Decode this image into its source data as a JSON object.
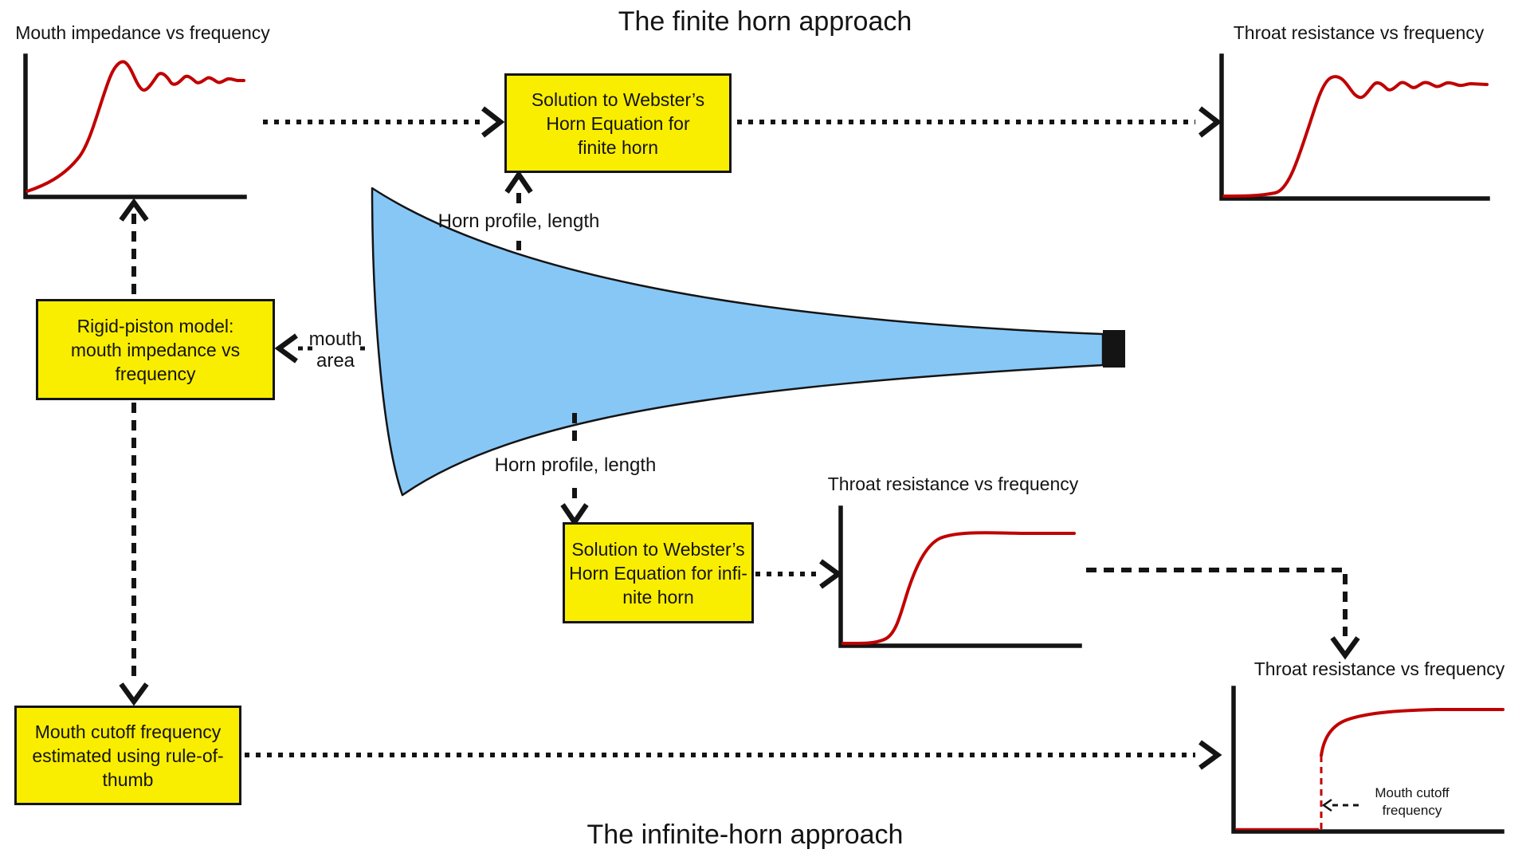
{
  "titles": {
    "finite_approach": "The finite horn approach",
    "infinite_approach": "The infinite-horn approach"
  },
  "boxes": {
    "webster_finite": {
      "lines": [
        "Solution to Webster’s",
        "Horn Equation for",
        "finite horn"
      ]
    },
    "rigid_piston": {
      "lines": [
        "Rigid-piston model:",
        "mouth impedance vs",
        "frequency"
      ]
    },
    "webster_infinite": {
      "lines": [
        "Solution to Webster’s",
        "Horn Equation for infi-",
        "nite horn"
      ]
    },
    "mouth_cutoff": {
      "lines": [
        "Mouth cutoff frequency",
        "estimated using rule-of-",
        "thumb"
      ]
    }
  },
  "plots": {
    "mouth_impedance": {
      "title": "Mouth impedance vs frequency",
      "curve_shape": "rises from zero, overshoots, decaying oscillation to asymptote"
    },
    "throat_finite": {
      "title": "Throat resistance vs frequency",
      "curve_shape": "flat at zero, steep rise, decaying oscillation to asymptote"
    },
    "throat_infinite": {
      "title": "Throat resistance vs frequency",
      "curve_shape": "smooth sigmoid rise to asymptote"
    },
    "throat_rule_of_thumb": {
      "title": "Throat resistance vs frequency",
      "curve_shape": "zero below cutoff, vertical jump at cutoff, then rises to asymptote"
    }
  },
  "labels": {
    "horn_profile_top": "Horn profile, length",
    "horn_profile_bottom": "Horn profile, length",
    "mouth_area_line1": "mouth",
    "mouth_area_line2": "area",
    "cutoff_annotation_line1": "Mouth cutoff",
    "cutoff_annotation_line2": "frequency"
  },
  "colors": {
    "box_fill": "#faee00",
    "curve_red": "#c00000",
    "horn_blue": "#87c7f6",
    "ink": "#141414"
  }
}
